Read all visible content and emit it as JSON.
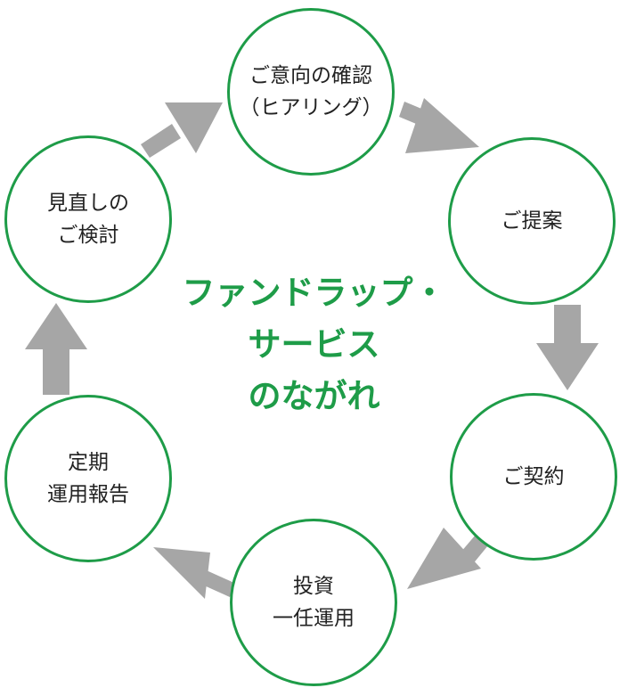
{
  "title": {
    "lines": [
      "ファンドラップ・",
      "サービス",
      "のながれ"
    ]
  },
  "steps": [
    {
      "lines": [
        "ご意向の確認",
        "（ヒアリング）"
      ]
    },
    {
      "lines": [
        "ご提案"
      ]
    },
    {
      "lines": [
        "ご契約"
      ]
    },
    {
      "lines": [
        "投資",
        "一任運用"
      ]
    },
    {
      "lines": [
        "定期",
        "運用報告"
      ]
    },
    {
      "lines": [
        "見直しの",
        "ご検討"
      ]
    }
  ],
  "colors": {
    "circle_border": "#1e9c48",
    "title_text": "#1e9c48",
    "arrow": "#a6a6a6",
    "body_text": "#222222"
  }
}
